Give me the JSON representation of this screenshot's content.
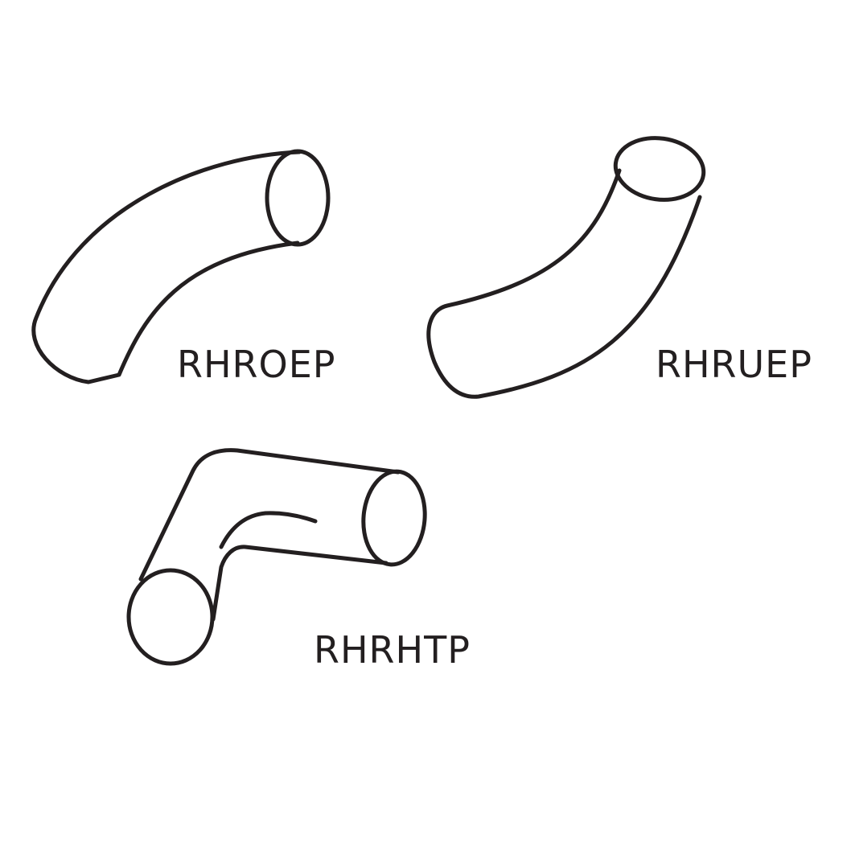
{
  "diagram": {
    "line_color": "#231f20",
    "background": "#ffffff",
    "parts": [
      {
        "label": "RHROEP",
        "shape": "curved-hose-elbow"
      },
      {
        "label": "RHRUEP",
        "shape": "curved-hose-elbow"
      },
      {
        "label": "RHRHTP",
        "shape": "angled-hose-elbow"
      }
    ]
  }
}
